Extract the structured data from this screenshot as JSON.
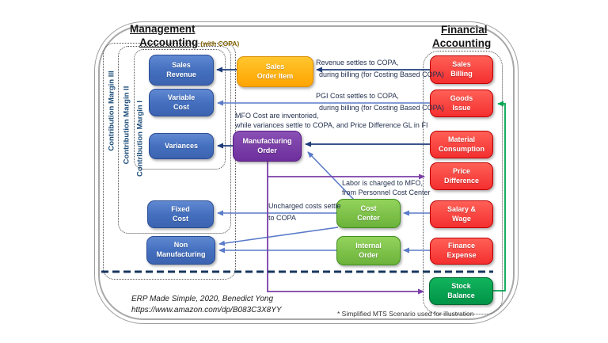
{
  "headers": {
    "management_line1": "Management",
    "management_line2": "Accounting",
    "management_suffix": "(with COPA)",
    "financial_line1": "Financial",
    "financial_line2": "Accounting"
  },
  "contribution_margins": {
    "cm3": "Contribution Margin III",
    "cm2": "Contribution Margin II",
    "cm1": "Contribution Margin I"
  },
  "boxes": {
    "sales_revenue": "Sales\nRevenue",
    "variable_cost": "Variable\nCost",
    "variances": "Variances",
    "fixed_cost": "Fixed\nCost",
    "non_manufacturing": "Non\nManufacturing",
    "sales_order_item": "Sales\nOrder Item",
    "manufacturing_order": "Manufacturing\nOrder",
    "cost_center": "Cost\nCenter",
    "internal_order": "Internal\nOrder",
    "sales_billing": "Sales\nBilling",
    "goods_issue": "Goods\nIssue",
    "material_consumption": "Material\nConsumption",
    "price_difference": "Price\nDifference",
    "salary_wage": "Salary &\nWage",
    "finance_expense": "Finance\nExpense",
    "stock_balance": "Stock\nBalance"
  },
  "annotations": {
    "revenue_l1": "Revenue settles to COPA,",
    "revenue_l2": "during billing (for Costing Based COPA)",
    "pgi_l1": "PGI Cost settles to COPA,",
    "pgi_l2": "during billing (for Costing Based COPA)",
    "mfo_l1": "MFO Cost are inventoried,",
    "mfo_l2": "while variances settle to COPA, and Price Difference GL in FI",
    "labor_l1": "Labor is charged to MFO,",
    "labor_l2": "from Personnel Cost Center",
    "uncharged_l1": "Uncharged costs settle",
    "uncharged_l2": "to COPA"
  },
  "footer": {
    "credit": "ERP Made Simple, 2020, Benedict Yong",
    "url": "https://www.amazon.com/dp/B083C3X8YY",
    "note": "* Simplified MTS Scenario used for illustration"
  },
  "colors": {
    "copa_blue": "#4472C4",
    "order_orange": "#FFAD00",
    "mfo_purple": "#7030A0",
    "cost_green": "#7DC24B",
    "fi_red": "#F94040",
    "stock_green": "#00A651",
    "arrow_dark_blue": "#1F3D7A",
    "arrow_light_blue": "#5B7BC9",
    "arrow_purple": "#7B3FA8",
    "arrow_green": "#00A651",
    "divider_navy": "#17375E",
    "margin_label_blue": "#1F4E79",
    "copa_note_brown": "#7F6000"
  }
}
